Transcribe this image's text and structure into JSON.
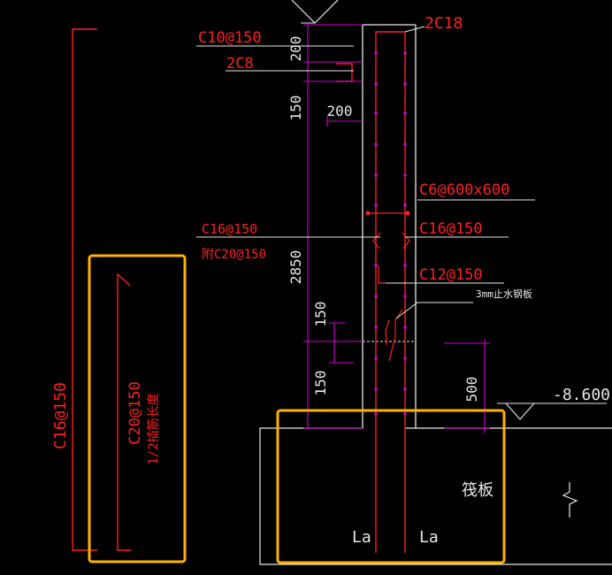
{
  "colors": {
    "background": "#000000",
    "outline": "#e8e8e8",
    "rebar": "#ff2020",
    "dimension": "#d400d4",
    "highlight": "#ffb200",
    "leader": "#e8e8e8"
  },
  "labels": {
    "top_bar_spec": "C10@150",
    "corner_bar_spec": "2C18",
    "bar_2c8": "2C8",
    "tie_spec": "C6@600x600",
    "horiz_left_spec": "C16@150",
    "horiz_left_sub": "附C20@150",
    "horiz_right_spec": "C16@150",
    "c12_spec": "C12@150",
    "waterstop": "3mm止水钢板",
    "left_vertical_spec": "C16@150",
    "boxed_bar_spec": "C20@150",
    "boxed_bar_note": "1/2插筋长度",
    "elevation": "-8.600",
    "raft": "筏板",
    "la_left": "La",
    "la_right": "La"
  },
  "dimensions": {
    "dim_200_top": "200",
    "dim_200_horizontal": "200",
    "dim_150_upper": "150",
    "dim_2850": "2850",
    "dim_150_mid": "150",
    "dim_150_lower": "150",
    "dim_500": "500"
  }
}
